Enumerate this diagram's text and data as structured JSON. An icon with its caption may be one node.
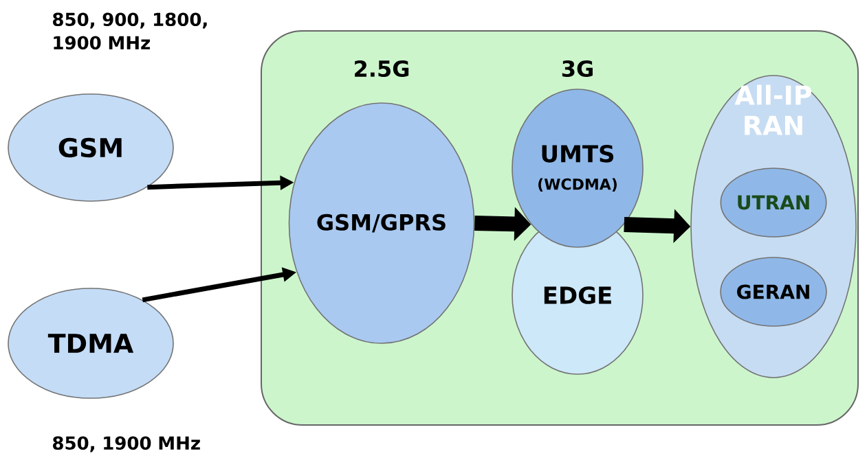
{
  "diagram": {
    "nodes": [
      {
        "text": [
          "GSM"
        ],
        "beside": [
          "850, 900, 1800, 1900 MHz"
        ]
      },
      {
        "text": [
          "TDMA"
        ],
        "beside": [
          "850, 1900 MHz"
        ]
      },
      {
        "text": [],
        "shape": "box"
      },
      {
        "text": [
          "GSM/GPRS"
        ],
        "in": 2
      },
      {
        "text": [
          "UMTS",
          "(WCDMA)"
        ],
        "in": 2
      },
      {
        "text": [
          "EDGE"
        ],
        "in": 2
      },
      {
        "text": [
          "All-IP RAN"
        ],
        "in": 2
      },
      {
        "text": [
          "UTRAN"
        ],
        "in": 6
      },
      {
        "text": [
          "GERAN"
        ],
        "in": 6
      }
    ],
    "edges": [
      {
        "from": 0,
        "to": 3,
        "arrow": "to"
      },
      {
        "from": 1,
        "to": 3,
        "arrow": "to"
      },
      {
        "from": 3,
        "to": 4,
        "arrow": "to",
        "style": "thick"
      },
      {
        "from": 4,
        "to": 6,
        "arrow": "to",
        "style": "thick"
      }
    ],
    "labels": [
      "2.5G",
      "3G"
    ]
  }
}
